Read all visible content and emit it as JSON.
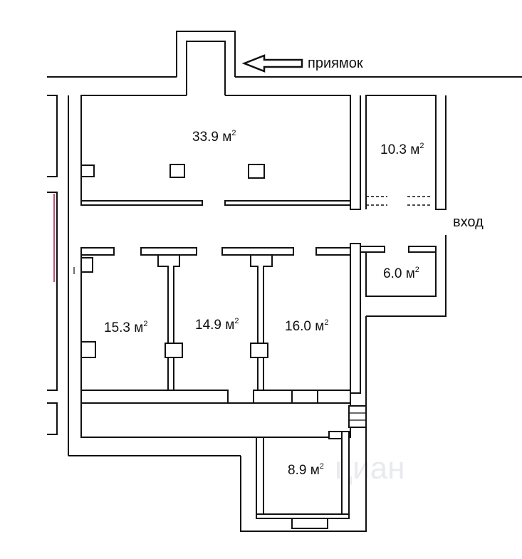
{
  "rooms": [
    {
      "id": "room-33-9",
      "value": "33.9",
      "unit": "м",
      "sup": "2"
    },
    {
      "id": "room-10-3",
      "value": "10.3",
      "unit": "м",
      "sup": "2"
    },
    {
      "id": "room-6-0",
      "value": "6.0",
      "unit": "м",
      "sup": "2"
    },
    {
      "id": "room-15-3",
      "value": "15.3",
      "unit": "м",
      "sup": "2"
    },
    {
      "id": "room-14-9",
      "value": "14.9",
      "unit": "м",
      "sup": "2"
    },
    {
      "id": "room-16-0",
      "value": "16.0",
      "unit": "м",
      "sup": "2"
    },
    {
      "id": "room-8-9",
      "value": "8.9",
      "unit": "м",
      "sup": "2"
    }
  ],
  "labels": {
    "pit": "приямок",
    "entrance": "вход"
  },
  "watermark": "циан",
  "colors": {
    "wall": "#111111",
    "background": "#ffffff",
    "accent_line": "#c0507a",
    "watermark": "#e9eaee"
  }
}
